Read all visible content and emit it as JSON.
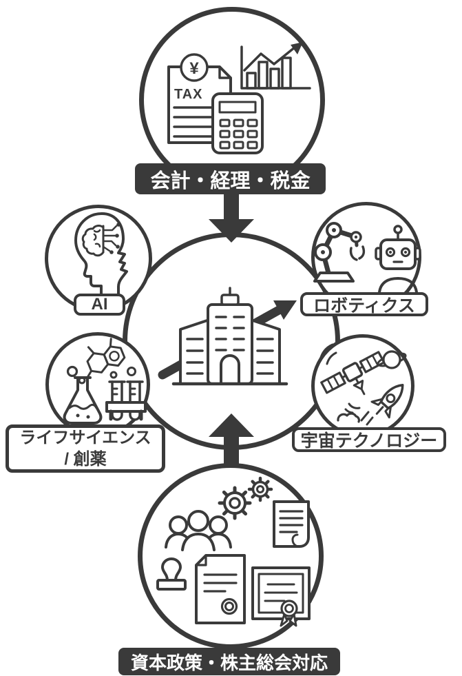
{
  "colors": {
    "ink": "#3a3a3a",
    "paper": "#ffffff",
    "dark_label_bg": "#3a3a3a",
    "dark_label_text": "#ffffff"
  },
  "center_node": {
    "id": "company-growth",
    "icon": "office-building-with-rising-arrow"
  },
  "nodes": [
    {
      "id": "accounting",
      "label": "会計・経理・税金",
      "style": "dark",
      "position": "top",
      "icon": "tax-document-calculator-chart",
      "icon_texts": {
        "tax": "TAX",
        "yen": "¥"
      }
    },
    {
      "id": "ai",
      "label": "AI",
      "style": "light",
      "position": "upper-left",
      "icon": "head-profile-brain-circuit"
    },
    {
      "id": "robotics",
      "label": "ロボティクス",
      "style": "light",
      "position": "upper-right",
      "icon": "robot-arm-and-robot"
    },
    {
      "id": "life-science",
      "label_line1": "ライフサイエンス",
      "label_line2": "/ 創薬",
      "style": "light",
      "position": "lower-left",
      "icon": "flask-molecule-test-tubes"
    },
    {
      "id": "space-tech",
      "label": "宇宙テクノロジー",
      "style": "light",
      "position": "lower-right",
      "icon": "satellite-saturn-rocket"
    },
    {
      "id": "capital-policy",
      "label": "資本政策・株主総会対応",
      "style": "dark",
      "position": "bottom",
      "icon": "people-gears-documents-certificate-stamp"
    }
  ],
  "arrows": [
    {
      "direction": "down",
      "from": "accounting",
      "to": "company-growth"
    },
    {
      "direction": "up",
      "from": "capital-policy",
      "to": "company-growth"
    }
  ]
}
